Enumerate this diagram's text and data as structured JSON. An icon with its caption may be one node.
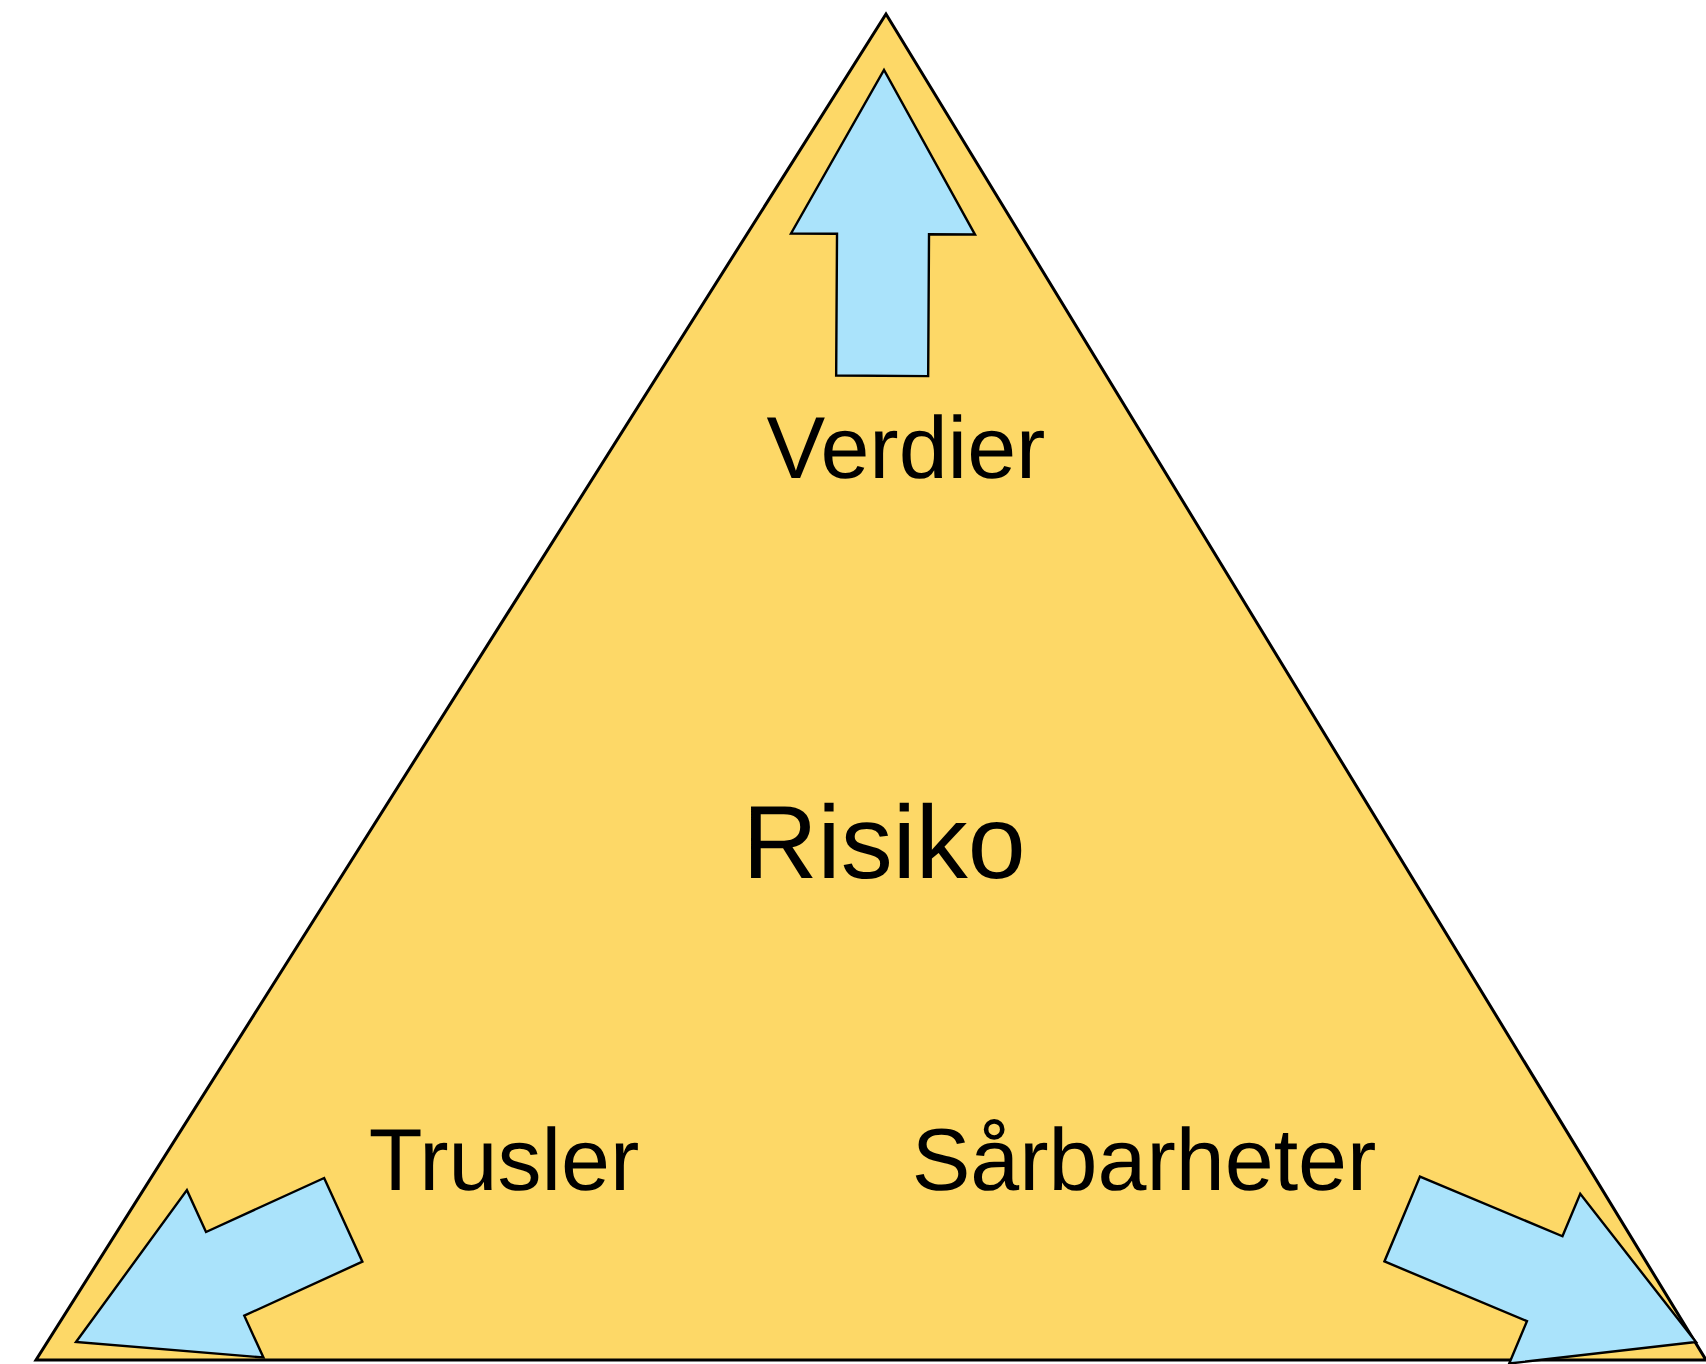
{
  "diagram": {
    "nodes": [
      {
        "text": [
          "Risiko"
        ]
      },
      {
        "text": [
          "Verdier"
        ],
        "in": 0
      },
      {
        "text": [
          "Trusler"
        ],
        "in": 0
      },
      {
        "text": [
          "Sårbarheter"
        ],
        "in": 0
      }
    ],
    "edges": [
      {
        "from": 1,
        "to": null,
        "arrow": "to"
      },
      {
        "from": 2,
        "to": null,
        "arrow": "to"
      },
      {
        "from": 3,
        "to": null,
        "arrow": "to"
      }
    ]
  }
}
